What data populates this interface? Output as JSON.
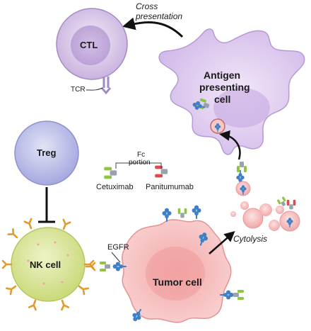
{
  "labels": {
    "cross_presentation_line1": "Cross",
    "cross_presentation_line2": "presentation",
    "ctl": "CTL",
    "tcr": "TCR",
    "apc_line1": "Antigen",
    "apc_line2": "presenting",
    "apc_line3": "cell",
    "treg": "Treg",
    "fc_line1": "Fc",
    "fc_line2": "portion",
    "cetuximab": "Cetuximab",
    "panitumumab": "Panitumumab",
    "nk_cell": "NK cell",
    "egfr": "EGFR",
    "tumor_cell": "Tumor cell",
    "cytolysis": "Cytolysis"
  },
  "colors": {
    "ctl": "#d7c6e8",
    "apc": "#dcc8ee",
    "treg": "#b9bce8",
    "nk": "#dbe59a",
    "tumor": "#f6bcbc",
    "receptor_blue": "#3f7fc6",
    "cetuximab_green": "#8dc63f",
    "panitumumab_red": "#e0494c",
    "nk_receptor": "#e19a2b"
  }
}
